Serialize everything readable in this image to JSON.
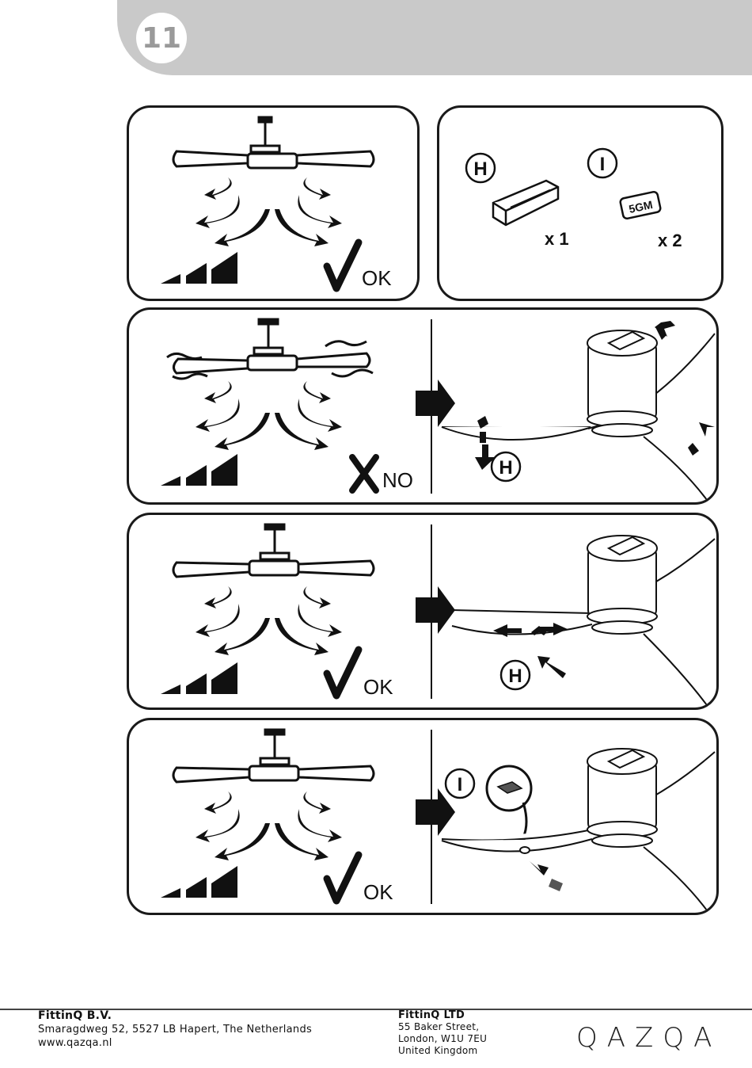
{
  "header": {
    "step_number": "11"
  },
  "panels": {
    "row1_left": {
      "verdict": "OK"
    },
    "row1_right": {
      "part_h": {
        "letter": "H",
        "quantity": "x 1"
      },
      "part_i": {
        "letter": "I",
        "quantity": "x 2",
        "weight_label": "5GM"
      }
    },
    "row2_left": {
      "verdict": "NO"
    },
    "row2_right": {
      "part_letter": "H"
    },
    "row3_left": {
      "verdict": "OK"
    },
    "row3_right": {
      "part_letter": "H"
    },
    "row4_left": {
      "verdict": "OK"
    },
    "row4_right": {
      "part_letter": "I"
    }
  },
  "footer": {
    "left": {
      "company": "FittinQ B.V.",
      "address": "Smaragdweg 52, 5527 LB Hapert, The Netherlands",
      "website": "www.qazqa.nl"
    },
    "middle": {
      "company": "FittinQ LTD",
      "line1": "55 Baker Street,",
      "line2": "London, W1U 7EU",
      "line3": "United Kingdom"
    },
    "logo": "QAZQA"
  }
}
